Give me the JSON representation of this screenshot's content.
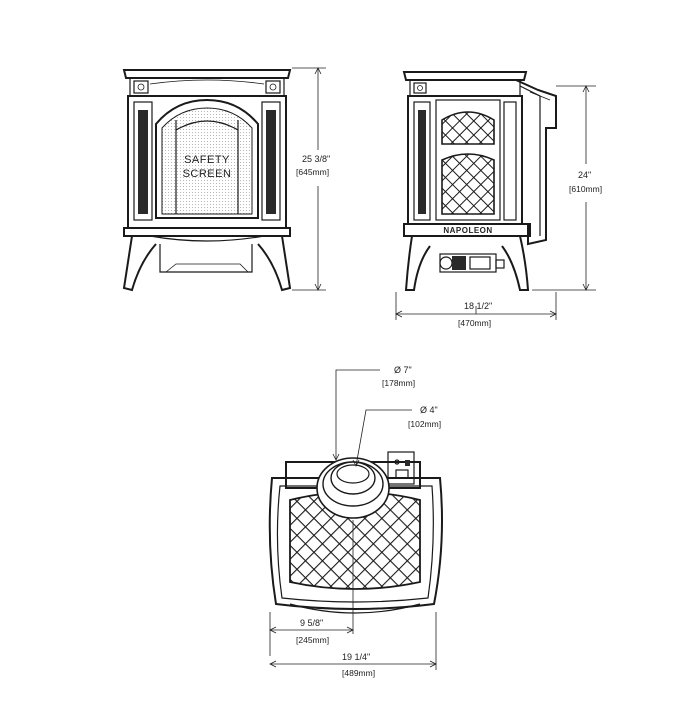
{
  "front_view": {
    "screen_label_line1": "SAFETY",
    "screen_label_line2": "SCREEN",
    "height_in": "25 3/8\"",
    "height_mm": "[645mm]"
  },
  "side_view": {
    "brand": "NAPOLEON",
    "height_in": "24\"",
    "height_mm": "[610mm]",
    "depth_in": "18 1/2\"",
    "depth_mm": "[470mm]"
  },
  "top_view": {
    "outer_flue_in": "Ø 7\"",
    "outer_flue_mm": "[178mm]",
    "inner_flue_in": "Ø 4\"",
    "inner_flue_mm": "[102mm]",
    "center_offset_in": "9 5/8\"",
    "center_offset_mm": "[245mm]",
    "width_in": "19 1/4\"",
    "width_mm": "[489mm]"
  }
}
